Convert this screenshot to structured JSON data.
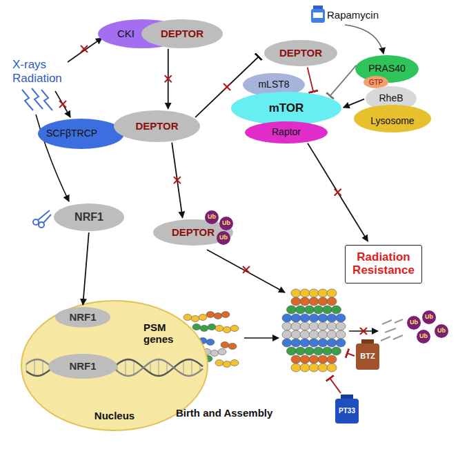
{
  "diagram": {
    "nodes": [
      {
        "text": [
          "CKI"
        ]
      },
      {
        "text": [
          "DEPTOR"
        ]
      },
      {
        "text": [
          "DEPTOR"
        ]
      },
      {
        "text": [
          "PRAS40"
        ]
      },
      {
        "text": [
          "mLST8"
        ]
      },
      {
        "text": [
          "GTP"
        ]
      },
      {
        "text": [
          "mTOR"
        ]
      },
      {
        "text": [
          "RheB"
        ]
      },
      {
        "text": [
          "SCFβTRCP"
        ]
      },
      {
        "text": [
          "DEPTOR"
        ]
      },
      {
        "text": [
          "Raptor"
        ]
      },
      {
        "text": [
          "Lysosome"
        ]
      },
      {
        "text": [
          "NRF1"
        ]
      },
      {
        "text": [
          "DEPTOR"
        ]
      },
      {
        "text": [
          "Ub"
        ]
      },
      {
        "text": [
          "Ub"
        ]
      },
      {
        "text": [
          "Ub"
        ]
      },
      {
        "text": [
          "Radiation Resistance"
        ]
      },
      {
        "text": [
          "Nucleus"
        ]
      },
      {
        "text": [
          "NRF1"
        ],
        "in": 18
      },
      {
        "text": [
          "NRF1"
        ],
        "in": 18
      },
      {
        "text": [
          "Ub"
        ]
      },
      {
        "text": [
          "Ub"
        ]
      },
      {
        "text": [
          "Ub"
        ]
      },
      {
        "text": [
          "Ub"
        ]
      }
    ],
    "edges": [
      {
        "from": 1,
        "to": 9,
        "arrow": "to"
      },
      {
        "from": 9,
        "to": 2,
        "arrow": "to"
      },
      {
        "from": 9,
        "to": 13,
        "arrow": "to"
      },
      {
        "from": 2,
        "to": 6,
        "arrow": "to"
      },
      {
        "from": 3,
        "to": 6,
        "arrow": "to"
      },
      {
        "from": 7,
        "to": 6,
        "arrow": "to"
      },
      {
        "from": 10,
        "to": 17,
        "arrow": "to"
      },
      {
        "from": 12,
        "to": 19,
        "arrow": "to"
      }
    ],
    "labels": [
      "X-rays Radiation",
      "Rapamycin",
      "PSM genes",
      "Birth and Assembly",
      "BTZ",
      "PT33"
    ]
  }
}
